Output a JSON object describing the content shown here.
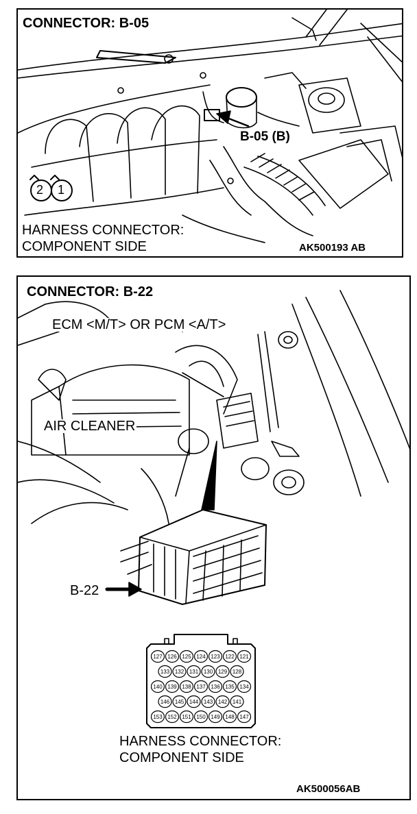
{
  "top_panel": {
    "title": "CONNECTOR: B-05",
    "callout": "B-05 (B)",
    "pins": [
      "2",
      "1"
    ],
    "side_line1": "HARNESS CONNECTOR:",
    "side_line2": "COMPONENT SIDE",
    "code": "AK500193 AB"
  },
  "bottom_panel": {
    "title": "CONNECTOR: B-22",
    "ecm_label": "ECM <M/T> OR PCM <A/T>",
    "air_cleaner": "AIR CLEANER",
    "connector_label": "B-22",
    "pin_rows": [
      [
        "127",
        "126",
        "125",
        "124",
        "123",
        "122",
        "121"
      ],
      [
        "133",
        "132",
        "131",
        "130",
        "129",
        "128"
      ],
      [
        "140",
        "139",
        "138",
        "137",
        "136",
        "135",
        "134"
      ],
      [
        "146",
        "145",
        "144",
        "143",
        "142",
        "141"
      ],
      [
        "153",
        "152",
        "151",
        "150",
        "149",
        "148",
        "147"
      ]
    ],
    "side_line1": "HARNESS CONNECTOR:",
    "side_line2": "COMPONENT SIDE",
    "code": "AK500056AB"
  }
}
